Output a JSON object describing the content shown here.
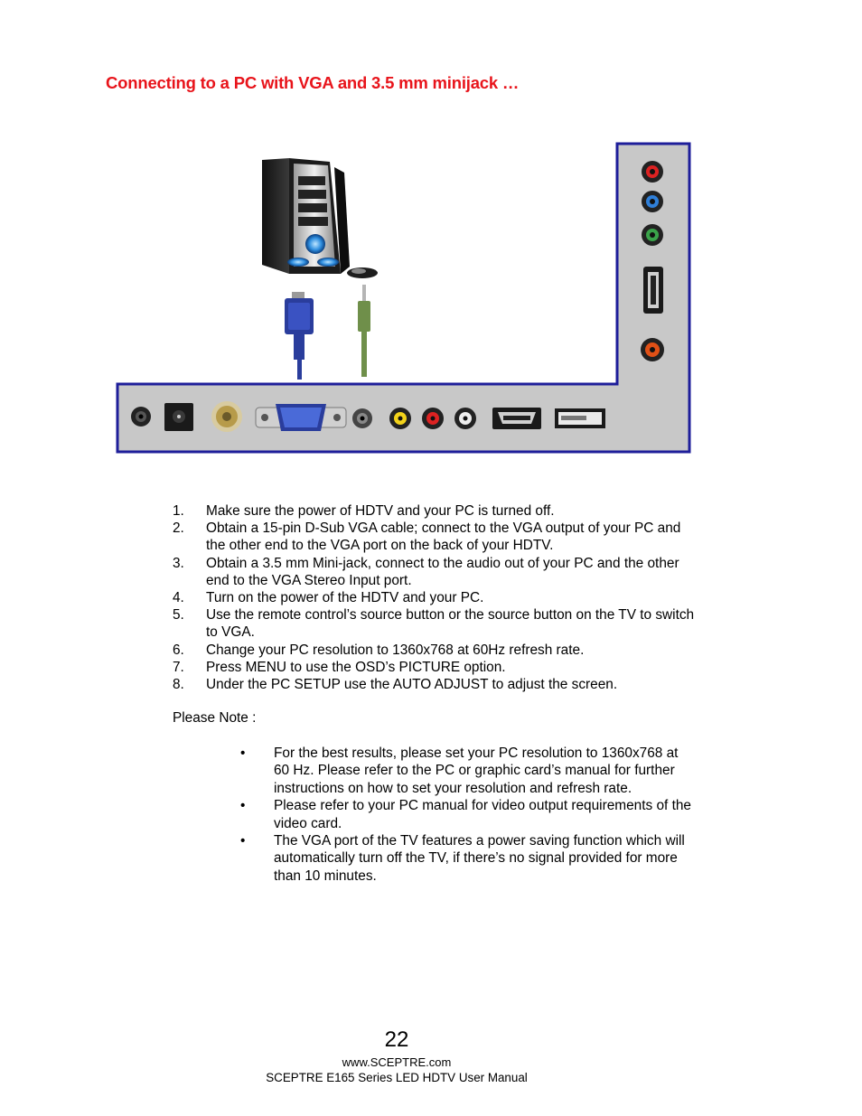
{
  "heading": "Connecting to a PC with VGA and 3.5 mm minijack …",
  "steps": [
    {
      "num": "1.",
      "text": "Make sure the power of HDTV and your PC is turned off."
    },
    {
      "num": "2.",
      "text": "Obtain a 15-pin D-Sub VGA cable; connect to the VGA output of your PC and the other end to the VGA port on the back of your HDTV."
    },
    {
      "num": "3.",
      "text": "Obtain a 3.5 mm Mini-jack, connect to the audio out of your PC and the other end to the VGA Stereo Input port."
    },
    {
      "num": "4.",
      "text": "Turn on the power of the HDTV and your PC."
    },
    {
      "num": "5.",
      "text": "Use the remote control’s source button or the source button on the TV to switch to VGA."
    },
    {
      "num": "6.",
      "text": "Change your PC resolution to 1360x768 at 60Hz refresh rate."
    },
    {
      "num": "7.",
      "text": "Press MENU to use the OSD’s PICTURE option."
    },
    {
      "num": "8.",
      "text": "Under the PC SETUP use the AUTO ADJUST to adjust the screen."
    }
  ],
  "note_label": "Please Note :",
  "bullet_symbol": "•",
  "notes": [
    "For the best results, please set your PC resolution to 1360x768 at 60 Hz.  Please refer to the PC or graphic card’s manual for further instructions on how to set your resolution and refresh rate.",
    "Please refer to your PC manual for video output requirements of the video card.",
    "The VGA port of the TV features a power saving function which will automatically turn off the TV, if there’s no signal provided for more than 10 minutes."
  ],
  "footer": {
    "page_number": "22",
    "url": "www.SCEPTRE.com",
    "manual_title": "SCEPTRE E165 Series LED HDTV User Manual"
  },
  "colors": {
    "heading": "#e8141b",
    "panel_fill": "#c8c8c8",
    "panel_border": "#1e1e9a",
    "vga_connector": "#2a3d9c",
    "audio_cable": "#6f8f4a"
  },
  "diagram_icons": [
    "pc-tower-icon",
    "mouse-icon",
    "vga-cable-icon",
    "audio-minijack-icon",
    "component-red-jack-icon",
    "component-blue-jack-icon",
    "component-green-jack-icon",
    "side-hdmi-port-icon",
    "coaxial-audio-jack-icon",
    "earphone-jack-icon",
    "dc-power-jack-icon",
    "rf-antenna-jack-icon",
    "vga-port-icon",
    "pc-audio-in-jack-icon",
    "composite-video-jack-icon",
    "audio-left-jack-icon",
    "audio-right-jack-icon",
    "hdmi-port-icon",
    "usb-port-icon"
  ]
}
